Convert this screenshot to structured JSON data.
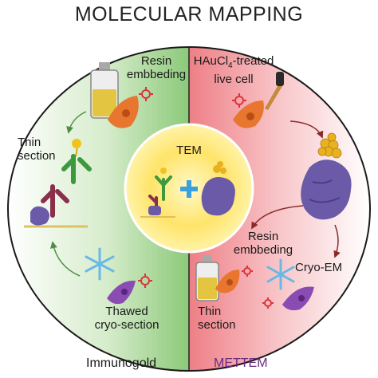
{
  "title": "MOLECULAR MAPPING",
  "left": {
    "resin_embedding": [
      "Resin",
      "embbeding"
    ],
    "thin_section": [
      "Thin",
      "section"
    ],
    "thawed": [
      "Thawed",
      "cryo-section"
    ],
    "footer": "Immunogold"
  },
  "center": {
    "label": "TEM"
  },
  "right": {
    "treated_a": "HAuCl",
    "treated_sub": "4",
    "treated_b": "-treated",
    "treated_line2": "live cell",
    "resin_embedding": [
      "Resin",
      "embbeding"
    ],
    "cryo_em": "Cryo-EM",
    "thin_section": [
      "Thin",
      "section"
    ],
    "footer": "METTEM"
  },
  "colors": {
    "green_panel": "#9bd089",
    "pink_panel": "#ef8f95",
    "center_glow": "#ffd52a",
    "mettem_purple": "#6a2c7e",
    "protein": "#6a5aa8",
    "gold": "#e9b020",
    "cell_orange": "#e8762e",
    "cell_purple": "#8a4bb3",
    "snowflake": "#6ab8e6",
    "virus_red": "#d9343c"
  }
}
